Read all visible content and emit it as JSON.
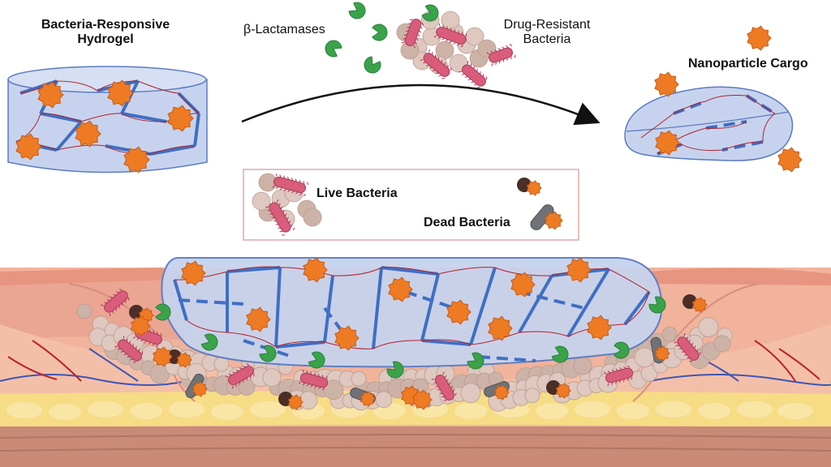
{
  "labels": {
    "hydrogel_title_line1": "Bacteria-Responsive",
    "hydrogel_title_line2": "Hydrogel",
    "lactamases": "β-Lactamases",
    "drug_resistant_line1": "Drug-Resistant",
    "drug_resistant_line2": "Bacteria",
    "nanoparticle_cargo": "Nanoparticle Cargo"
  },
  "legend": {
    "live_bacteria": "Live Bacteria",
    "dead_bacteria": "Dead Bacteria"
  },
  "colors": {
    "hydrogel_fill": "#c7d3ee",
    "hydrogel_stroke": "#5b7cc2",
    "crosslink_blue": "#3f6fc4",
    "polymer_red": "#b3202a",
    "nanoparticle_orange": "#ee7b24",
    "lactamase_green": "#3aa34a",
    "bacteria_pink": "#d95c7a",
    "biofilm_beige": "#dcc7bd",
    "dead_bacteria_dark": "#4a2e27",
    "skin_pink": "#eab4a5",
    "dermis": "#f1a98e",
    "fat_yellow": "#f7dc86",
    "muscle": "#c98a78",
    "legend_border": "#e0a8a8"
  }
}
